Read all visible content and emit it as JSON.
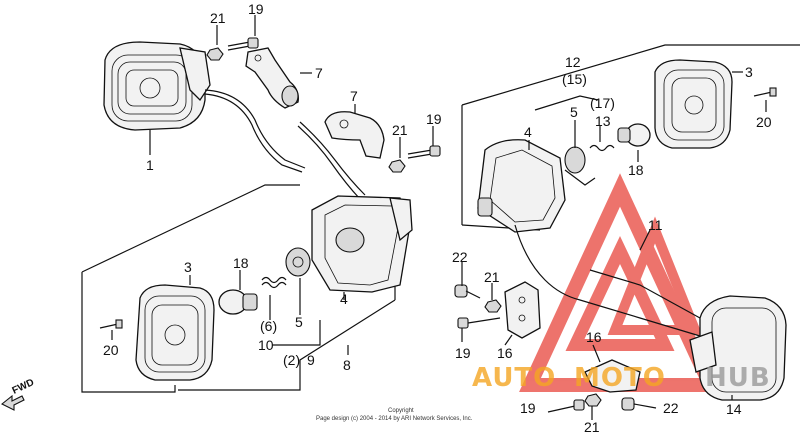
{
  "labels": {
    "l21a": "21",
    "l19a": "19",
    "l7a": "7",
    "l1": "1",
    "l7b": "7",
    "l21b": "21",
    "l19b": "19",
    "l12": "12",
    "l15": "(15)",
    "l5a": "5",
    "l17": "(17)",
    "l4a": "4",
    "l13": "13",
    "l18a": "18",
    "l3a": "3",
    "l20a": "20",
    "l11": "11",
    "l3b": "3",
    "l18b": "18",
    "l20b": "20",
    "l6": "(6)",
    "l5b": "5",
    "l10": "10",
    "l2": "(2)",
    "l9": "9",
    "l4b": "4",
    "l8": "8",
    "l22a": "22",
    "l21c": "21",
    "l19c": "19",
    "l16a": "16",
    "l16b": "16",
    "l14": "14",
    "l19d": "19",
    "l21d": "21",
    "l22b": "22"
  },
  "fwd_label": "FWD",
  "copyright": {
    "line1": "Copyright",
    "line2": "Page design (c) 2004 - 2014 by ARI Network Services, Inc."
  },
  "watermark": {
    "text_auto": "AUTO",
    "text_moto": "MOTO",
    "text_hub": "HUB",
    "color_red": "#e8453c",
    "color_orange": "#f5a623",
    "color_gray": "#9a9a9a"
  }
}
